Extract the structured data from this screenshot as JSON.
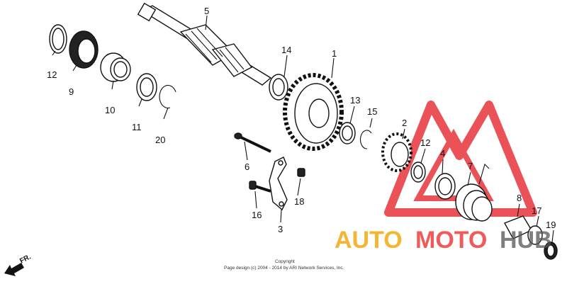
{
  "diagram": {
    "callouts": [
      {
        "id": "c1",
        "label": "1"
      },
      {
        "id": "c2",
        "label": "2"
      },
      {
        "id": "c3",
        "label": "3"
      },
      {
        "id": "c4",
        "label": "4"
      },
      {
        "id": "c5",
        "label": "5"
      },
      {
        "id": "c6",
        "label": "6"
      },
      {
        "id": "c7",
        "label": "7"
      },
      {
        "id": "c8",
        "label": "8"
      },
      {
        "id": "c9",
        "label": "9"
      },
      {
        "id": "c10",
        "label": "10"
      },
      {
        "id": "c11",
        "label": "11"
      },
      {
        "id": "c12a",
        "label": "12"
      },
      {
        "id": "c12b",
        "label": "12"
      },
      {
        "id": "c13",
        "label": "13"
      },
      {
        "id": "c14",
        "label": "14"
      },
      {
        "id": "c15",
        "label": "15"
      },
      {
        "id": "c16",
        "label": "16"
      },
      {
        "id": "c17",
        "label": "17"
      },
      {
        "id": "c18",
        "label": "18"
      },
      {
        "id": "c19",
        "label": "19"
      },
      {
        "id": "c20",
        "label": "20"
      }
    ],
    "front_marker": "FR.",
    "copyright_line1": "Copyright",
    "copyright_line2": "Page design (c) 2004 - 2014 by ARI Network Services, Inc."
  },
  "watermark": {
    "text_auto": "AUTO",
    "text_moto": "MOTO",
    "text_hub": "HUB",
    "color_auto": "#f2b632",
    "color_moto": "#f05a5a",
    "color_hub": "#555555",
    "logo_color": "#e8343a"
  }
}
